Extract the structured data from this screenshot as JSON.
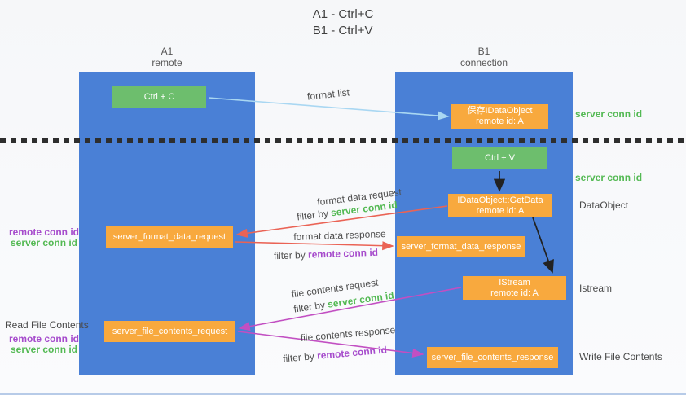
{
  "title": {
    "line1": "A1 - Ctrl+C",
    "line2": "B1 - Ctrl+V"
  },
  "lifelines": {
    "a": {
      "id": "A1",
      "role": "remote"
    },
    "b": {
      "id": "B1",
      "role": "connection"
    }
  },
  "nodes": {
    "ctrl_c": "Ctrl + C",
    "ctrl_v": "Ctrl + V",
    "save_idataobject_line1": "保存IDataObject",
    "save_idataobject_line2": "remote id: A",
    "getdata_line1": "IDataObject::GetData",
    "getdata_line2": "remote id: A",
    "istream_line1": "IStream",
    "istream_line2": "remote id: A",
    "format_request": "server_format_data_request",
    "format_response": "server_format_data_response",
    "file_request": "server_file_contents_request",
    "file_response": "server_file_contents_response"
  },
  "annotations": {
    "server_conn_id_top": "server conn id",
    "server_conn_id_mid": "server conn id",
    "dataobject": "DataObject",
    "istream": "Istream",
    "write_file_contents": "Write File Contents",
    "read_file_contents": "Read File Contents",
    "format_remote_conn_id": "remote conn id",
    "format_server_conn_id": "server conn id",
    "file_remote_conn_id": "remote conn id",
    "file_server_conn_id": "server conn id"
  },
  "arrow_labels": {
    "format_list": "format list",
    "format_data_request": "format data request",
    "format_data_response": "format data response",
    "file_contents_request": "file contents request",
    "file_contents_response": "file contents response",
    "filter_by": "filter by",
    "filter_request1_id": "server conn id",
    "filter_response1_id": "remote conn id",
    "filter_request2_id": "server conn id",
    "filter_response2_id": "remote conn id"
  },
  "colors": {
    "lifeline_blue": "#4a80d6",
    "node_green": "#6dbe6d",
    "node_orange": "#f8a93e",
    "label_green": "#53b953",
    "label_purple": "#a64bcc",
    "arrow_red": "#ea6355",
    "arrow_magenta": "#c24fc2",
    "arrow_lightblue": "#a9d7f2",
    "arrow_black": "#222222"
  }
}
